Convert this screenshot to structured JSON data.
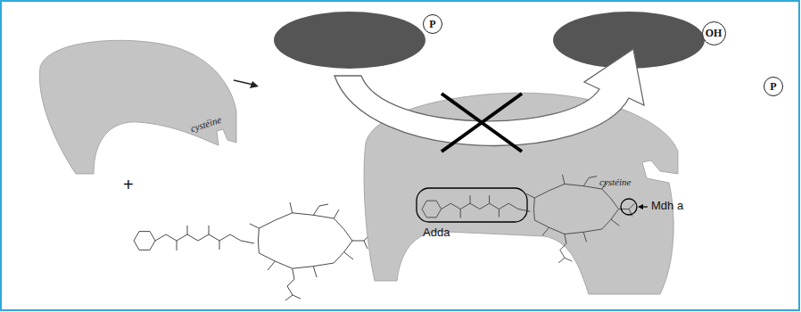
{
  "diagram": {
    "nodes": [
      {
        "text": [
          "cystéine"
        ]
      },
      {
        "text": [
          "P"
        ]
      },
      {
        "text": [
          "OH"
        ]
      },
      {
        "text": [
          "P"
        ]
      },
      {
        "text": [
          "cystéine"
        ]
      },
      {
        "text": [
          "Adda"
        ]
      }
    ],
    "labels": [
      "+",
      "Mdh a"
    ]
  }
}
